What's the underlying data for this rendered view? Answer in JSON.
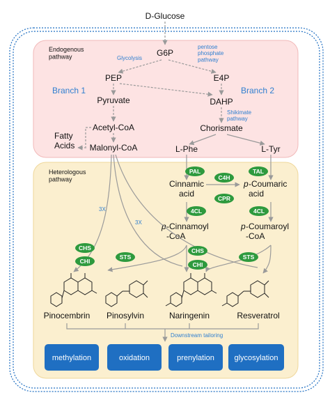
{
  "input": "D-Glucose",
  "regions": {
    "endogenous": "Endogenous\npathway",
    "heterologous": "Heterologous\npathway"
  },
  "branches": {
    "left": "Branch 1",
    "right": "Branch 2"
  },
  "notes": {
    "glycolysis": "Glycolysis",
    "pentose": "pentose\nphosphate\npathway",
    "shikimate": "Shikimate\npathway",
    "downstream": "Downstream tailoring",
    "times_left": "3X",
    "times_right": "3X"
  },
  "metabolites": {
    "g6p": "G6P",
    "pep": "PEP",
    "e4p": "E4P",
    "pyruvate": "Pyruvate",
    "dahp": "DAHP",
    "acetyl_coa": "Acetyl-CoA",
    "chorismate": "Chorismate",
    "fatty_acids": "Fatty\nAcids",
    "malonyl_coa": "Malonyl-CoA",
    "l_phe": "L-Phe",
    "l_tyr": "L-Tyr",
    "cinnamic_acid": "Cinnamic\nacid",
    "p_coumaric_acid_italic": "p",
    "p_coumaric_acid": "-Coumaric\nacid",
    "p_cinnamoyl_italic": "p",
    "p_cinnamoyl": "-Cinnamoyl\n-CoA",
    "p_coumaroyl_italic": "p",
    "p_coumaroyl": "-Coumaroyl\n-CoA"
  },
  "enzymes": {
    "pal": "PAL",
    "tal": "TAL",
    "c4h": "C4H",
    "cpr": "CPR",
    "fourcl_left": "4CL",
    "fourcl_right": "4CL",
    "chs_left": "CHS",
    "chi_left": "CHI",
    "sts_left": "STS",
    "chs_mid": "CHS",
    "chi_mid": "CHI",
    "sts_right": "STS"
  },
  "products": [
    "Pinocembrin",
    "Pinosylvin",
    "Naringenin",
    "Resveratrol"
  ],
  "tailoring": [
    "methylation",
    "oxidation",
    "prenylation",
    "glycosylation"
  ],
  "colors": {
    "endogenous_fill": "#fde3e3",
    "heterologous_fill": "#fbefcf",
    "enzyme_green": "#2e9a3e",
    "tailoring_blue": "#1f6fc2",
    "note_blue": "#2f7fd0"
  }
}
